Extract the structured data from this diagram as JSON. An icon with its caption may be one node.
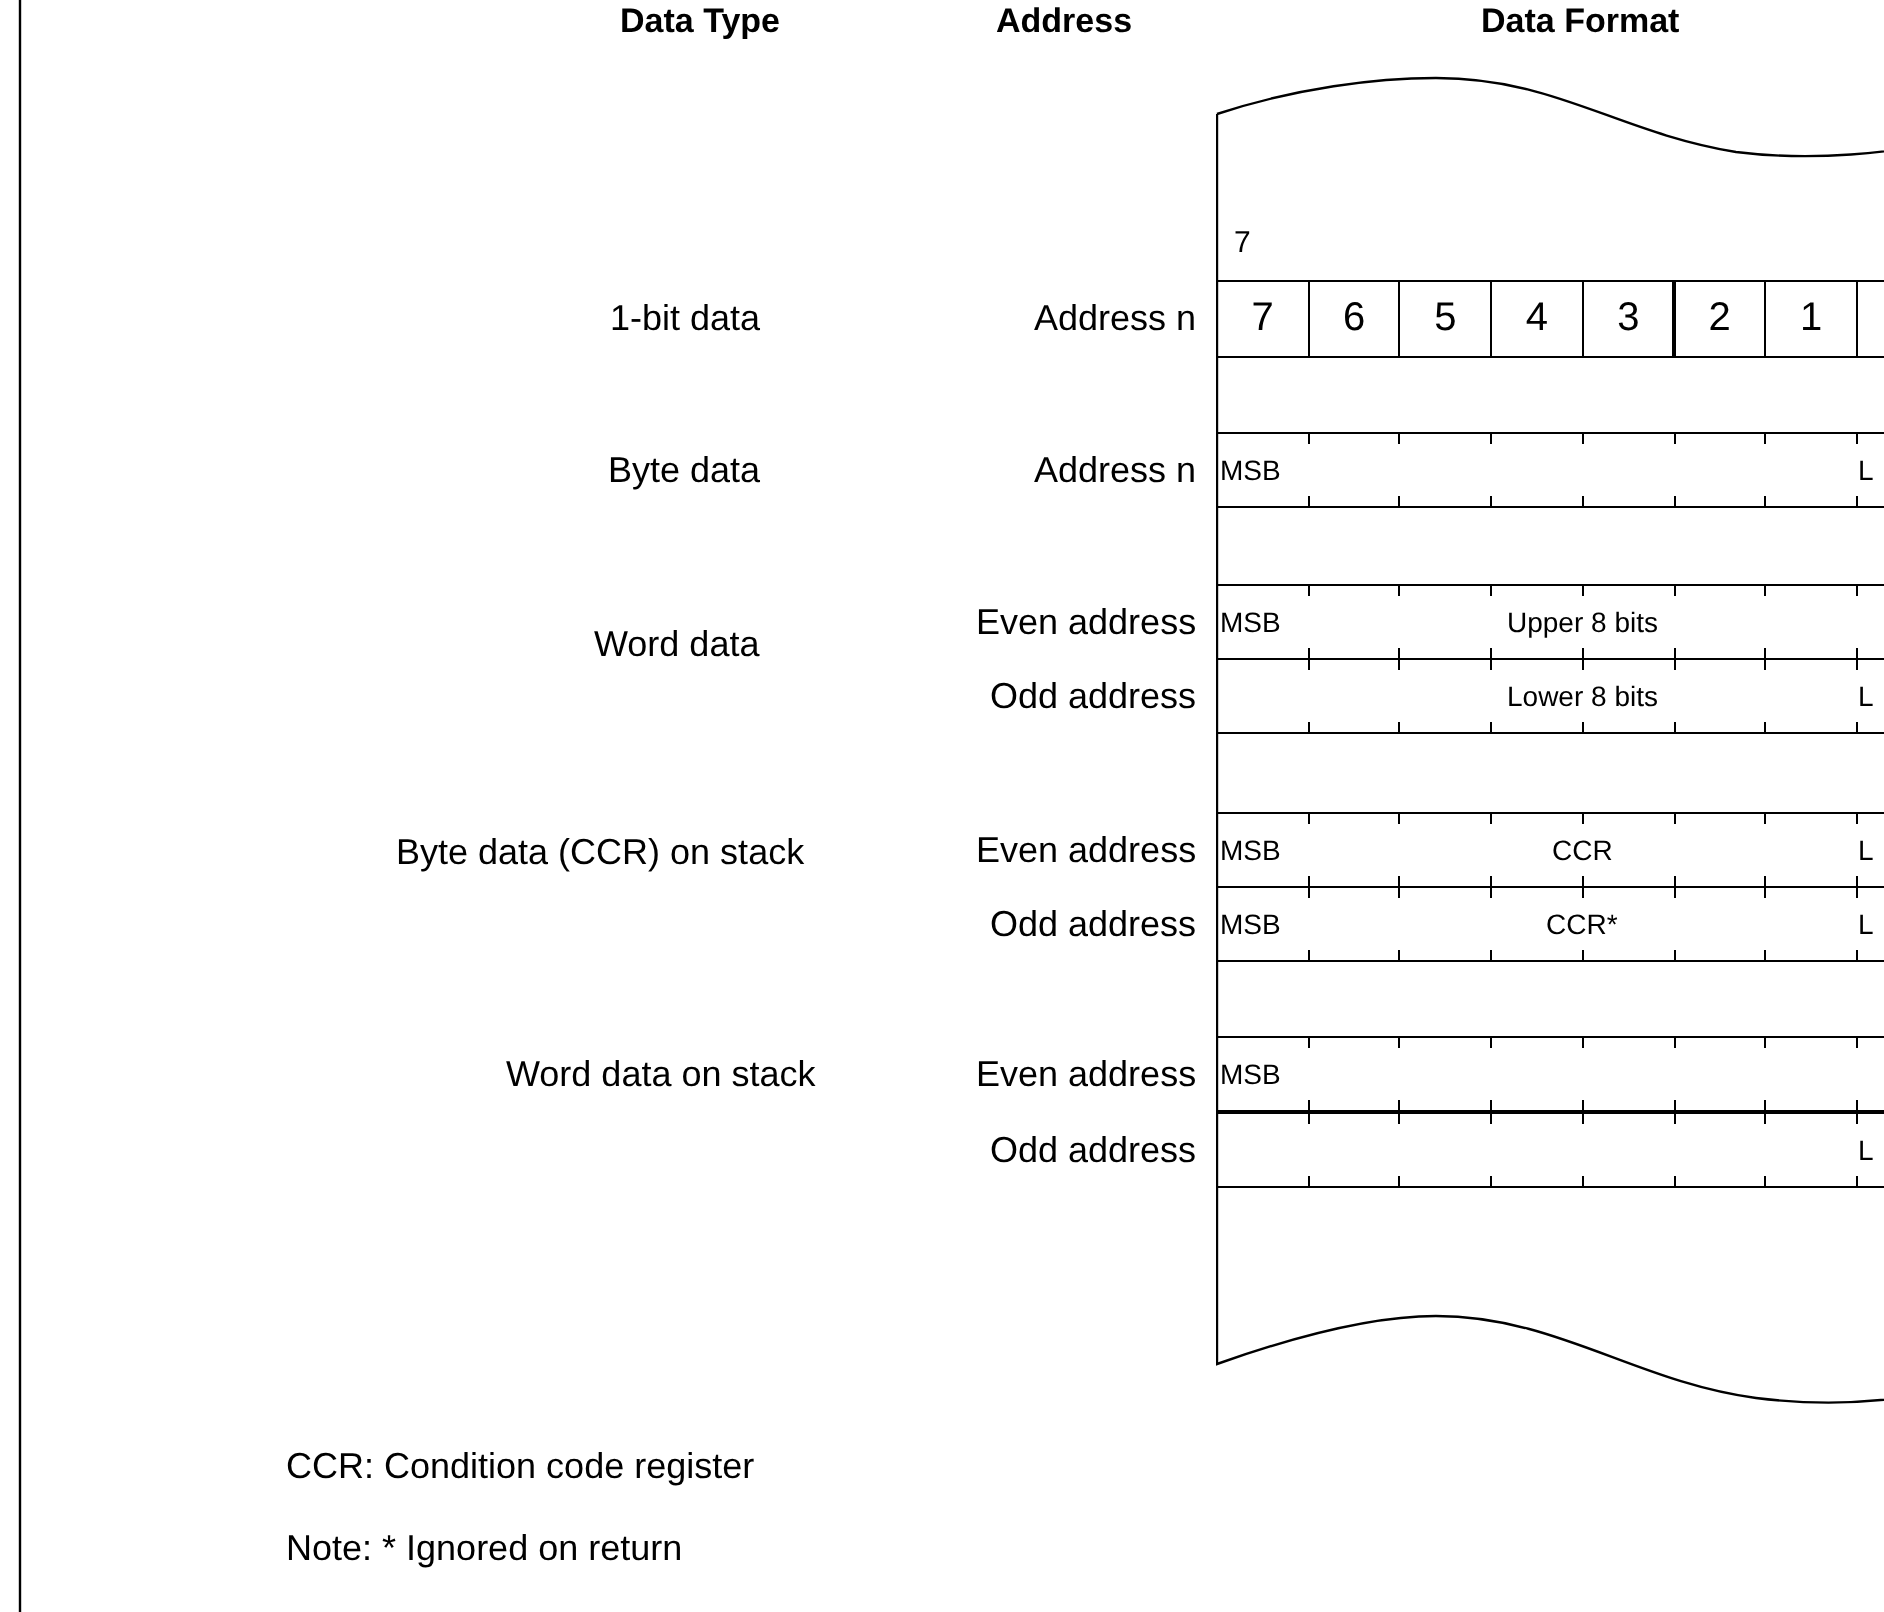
{
  "diagram": {
    "nodes": [
      {
        "text": [],
        "shape": "box"
      },
      {
        "text": [
          "7"
        ],
        "in": 0
      },
      {
        "text": [
          "6"
        ],
        "in": 0
      },
      {
        "text": [
          "5"
        ],
        "in": 0
      },
      {
        "text": [
          "4"
        ],
        "in": 0
      },
      {
        "text": [
          "3"
        ],
        "in": 0
      },
      {
        "text": [
          "2"
        ],
        "in": 0
      },
      {
        "text": [
          "1"
        ],
        "in": 0
      },
      {
        "text": [],
        "shape": "box",
        "in": 0
      },
      {
        "text": [
          "MSB",
          "L"
        ],
        "in": 0
      },
      {
        "text": [
          "MSB",
          "Upper 8 bits"
        ],
        "in": 0
      },
      {
        "text": [
          "Lower 8 bits",
          "L"
        ],
        "in": 0
      },
      {
        "text": [
          "MSB",
          "CCR",
          "L"
        ],
        "in": 0
      },
      {
        "text": [
          "MSB",
          "CCR*",
          "L"
        ],
        "in": 0
      },
      {
        "text": [
          "MSB"
        ],
        "in": 0
      },
      {
        "text": [
          "L"
        ],
        "in": 0
      }
    ],
    "edges": [],
    "labels": [
      "Data Type",
      "Address",
      "Data Format",
      "7",
      "1-bit data",
      "Address n",
      "Byte data",
      "Address n",
      "Word data",
      "Even address",
      "Odd address",
      "Byte data (CCR) on stack",
      "Even address",
      "Odd address",
      "Word data on stack",
      "Even address",
      "Odd address",
      "CCR: Condition code register",
      "Note: * Ignored on return"
    ]
  }
}
